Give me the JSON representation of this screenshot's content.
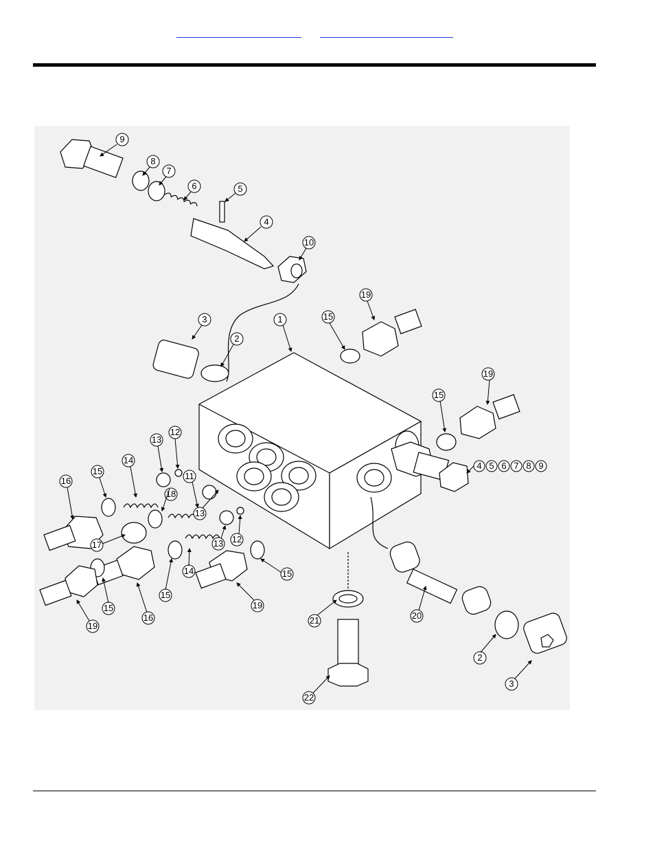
{
  "header": {
    "links": [
      {
        "label": ""
      },
      {
        "label": ""
      }
    ]
  },
  "diagram": {
    "callouts": {
      "c1": "1",
      "c2a": "2",
      "c2b": "2",
      "c3a": "3",
      "c3b": "3",
      "c4": "4",
      "c5": "5",
      "c6": "6",
      "c7": "7",
      "c8": "8",
      "c9": "9",
      "c10": "10",
      "c11": "11",
      "c12a": "12",
      "c12b": "12",
      "c13a": "13",
      "c13b": "13",
      "c13c": "13",
      "c14a": "14",
      "c14b": "14",
      "c15a": "15",
      "c15b": "15",
      "c15c": "15",
      "c15d": "15",
      "c15e": "15",
      "c15f": "15",
      "c16a": "16",
      "c16b": "16",
      "c17": "17",
      "c18": "18",
      "c19a": "19",
      "c19b": "19",
      "c19c": "19",
      "c19d": "19",
      "c20": "20",
      "c21": "21",
      "c22": "22"
    },
    "group_callouts": [
      "4",
      "5",
      "6",
      "7",
      "8",
      "9"
    ]
  }
}
